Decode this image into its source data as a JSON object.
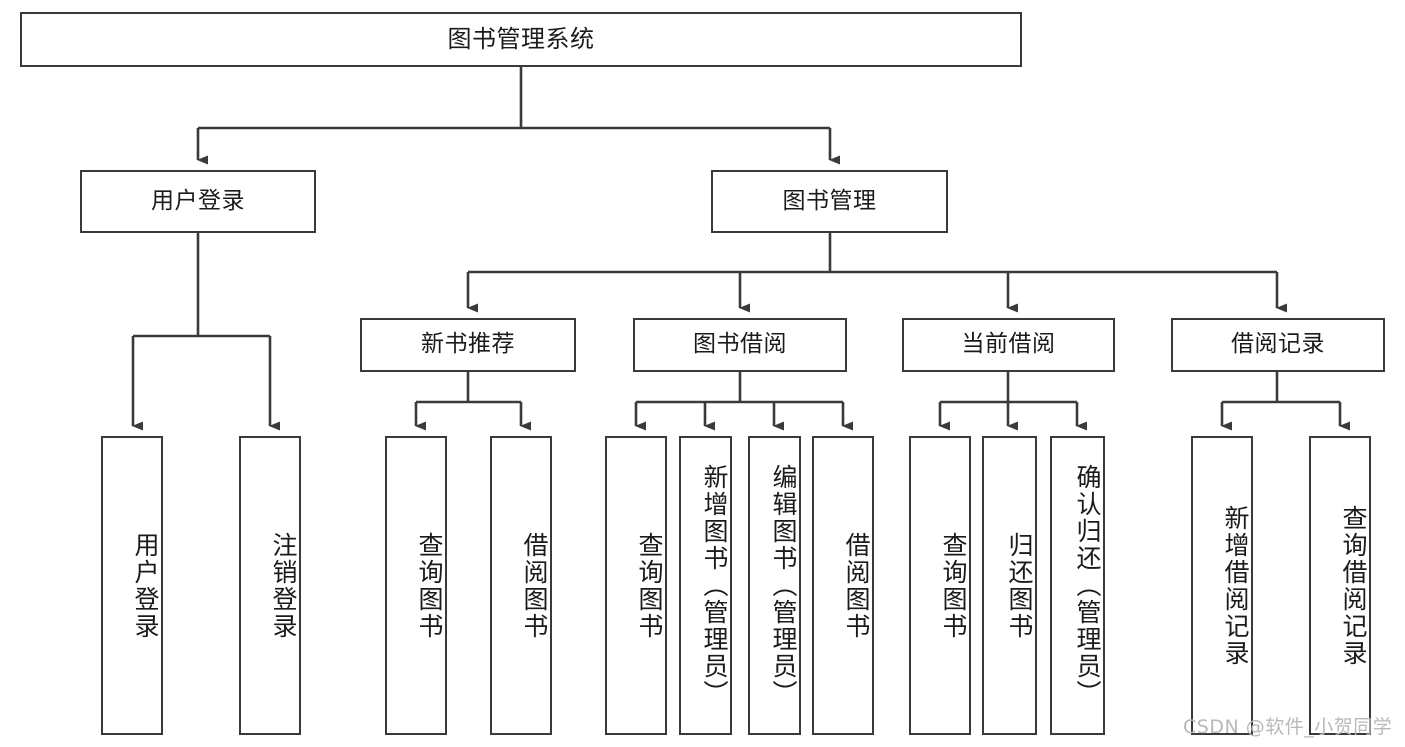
{
  "diagram": {
    "title": "图书管理系统",
    "watermark": "CSDN @软件_小贺同学",
    "edge_color": "#3a3a3a",
    "box_border_color": "#3a3a3a",
    "background_color": "#ffffff",
    "text_color": "#1b1b1b",
    "levels": {
      "root": {
        "label": "图书管理系统"
      },
      "level1": [
        {
          "label": "用户登录"
        },
        {
          "label": "图书管理"
        }
      ],
      "level2": [
        {
          "label": "新书推荐"
        },
        {
          "label": "图书借阅"
        },
        {
          "label": "当前借阅"
        },
        {
          "label": "借阅记录"
        }
      ],
      "leaves": {
        "user_login": [
          {
            "label": "用户登录"
          },
          {
            "label": "注销登录"
          }
        ],
        "new_book_recommend": [
          {
            "label": "查询图书"
          },
          {
            "label": "借阅图书"
          }
        ],
        "book_borrow": [
          {
            "label": "查询图书"
          },
          {
            "label": "新增图书（管理员）"
          },
          {
            "label": "编辑图书（管理员）"
          },
          {
            "label": "借阅图书"
          }
        ],
        "current_borrow": [
          {
            "label": "查询图书"
          },
          {
            "label": "归还图书"
          },
          {
            "label": "确认归还（管理员）"
          }
        ],
        "borrow_record": [
          {
            "label": "新增借阅记录"
          },
          {
            "label": "查询借阅记录"
          }
        ]
      }
    }
  }
}
